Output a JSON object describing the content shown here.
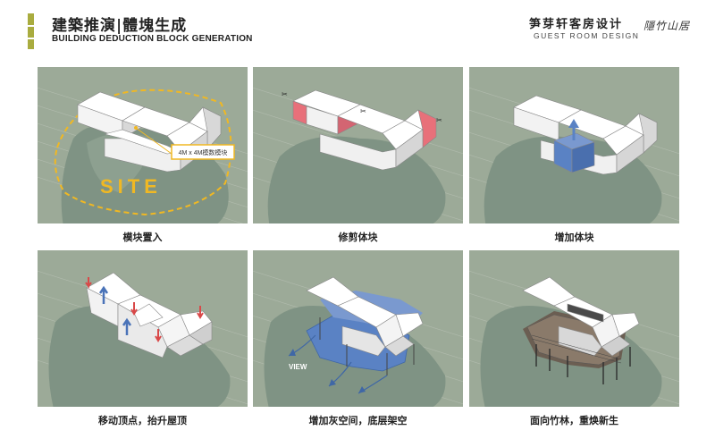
{
  "header": {
    "title_cn": "建築推演|體塊生成",
    "title_en": "BUILDING DEDUCTION  BLOCK GENERATION",
    "project_cn": "笋芽轩客房设计",
    "project_en": "GUEST ROOM DESIGN",
    "brand": "隱竹山居"
  },
  "panels": [
    {
      "caption": "模块置入",
      "annotation": "4M x 4M模数模块",
      "site_label": "SITE"
    },
    {
      "caption": "修剪体块"
    },
    {
      "caption": "增加体块"
    },
    {
      "caption": "移动顶点，抬升屋顶"
    },
    {
      "caption": "增加灰空间，底层架空",
      "view_label": "VIEW"
    },
    {
      "caption": "面向竹林，重焕新生"
    }
  ],
  "colors": {
    "accent_green": "#a9ac3f",
    "background_green": "#9caa98",
    "site_yellow": "#f0b823",
    "trim_red": "#e8707a",
    "add_blue": "#5a82c4"
  }
}
